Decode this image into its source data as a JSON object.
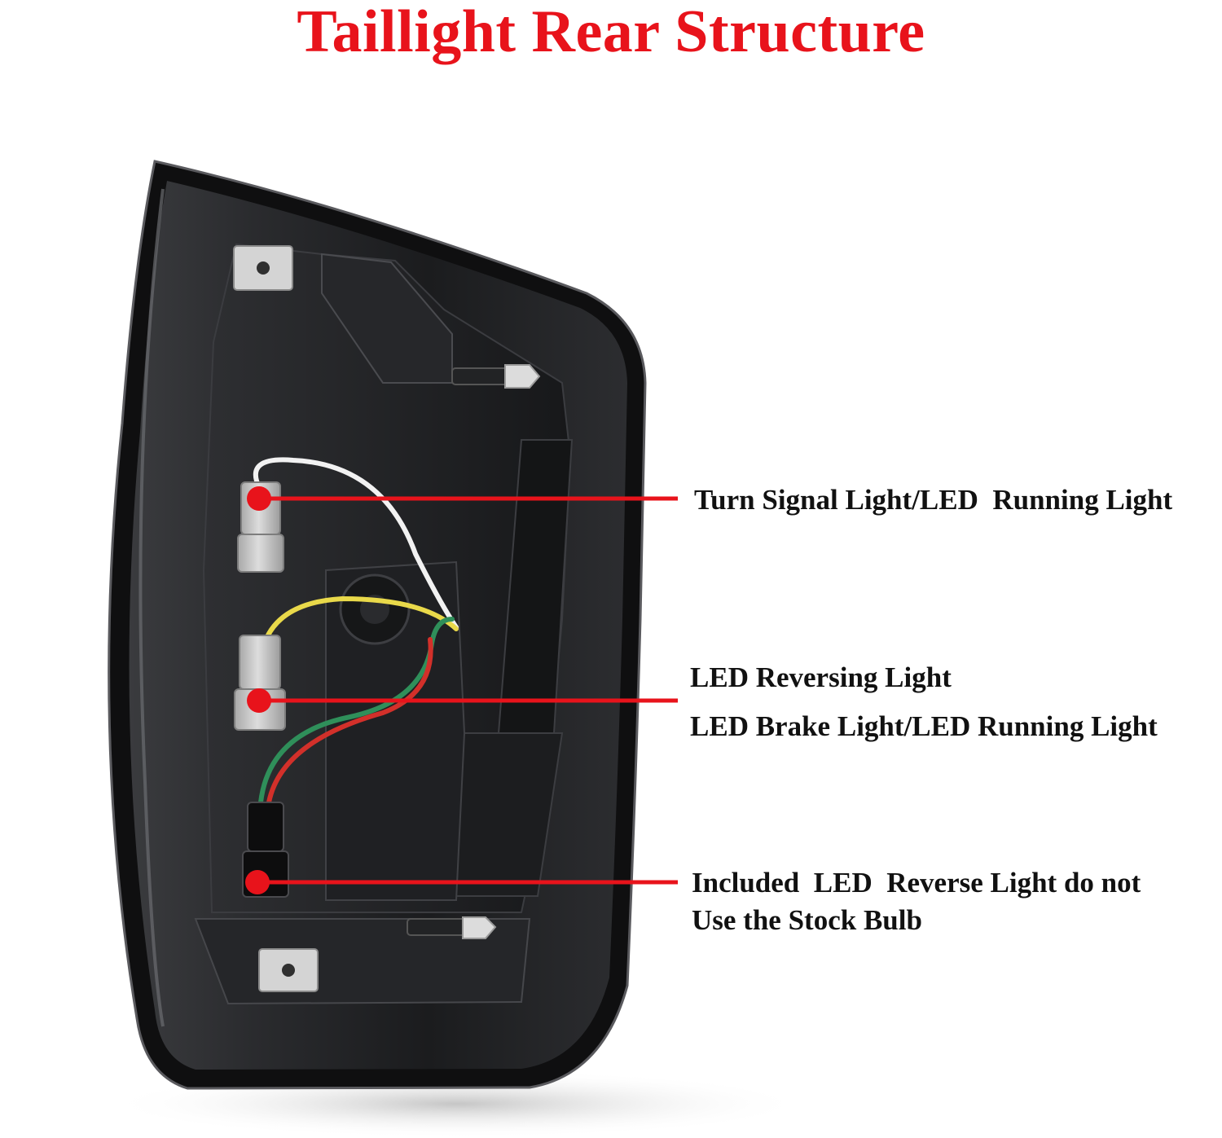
{
  "title": "Taillight Rear Structure",
  "callouts": [
    {
      "id": "turn-signal",
      "lines": [
        "Turn Signal Light/LED  Running Light"
      ]
    },
    {
      "id": "reversing-brake",
      "lines": [
        "LED Reversing Light",
        "LED Brake Light/LED Running Light"
      ]
    },
    {
      "id": "reverse-bulb",
      "lines": [
        "Included  LED  Reverse Light do not",
        "Use the Stock Bulb"
      ]
    }
  ],
  "colors": {
    "accent": "#e8131b",
    "housing": "#1c1c1e",
    "connector": "#c9c9c9",
    "text": "#111111"
  }
}
